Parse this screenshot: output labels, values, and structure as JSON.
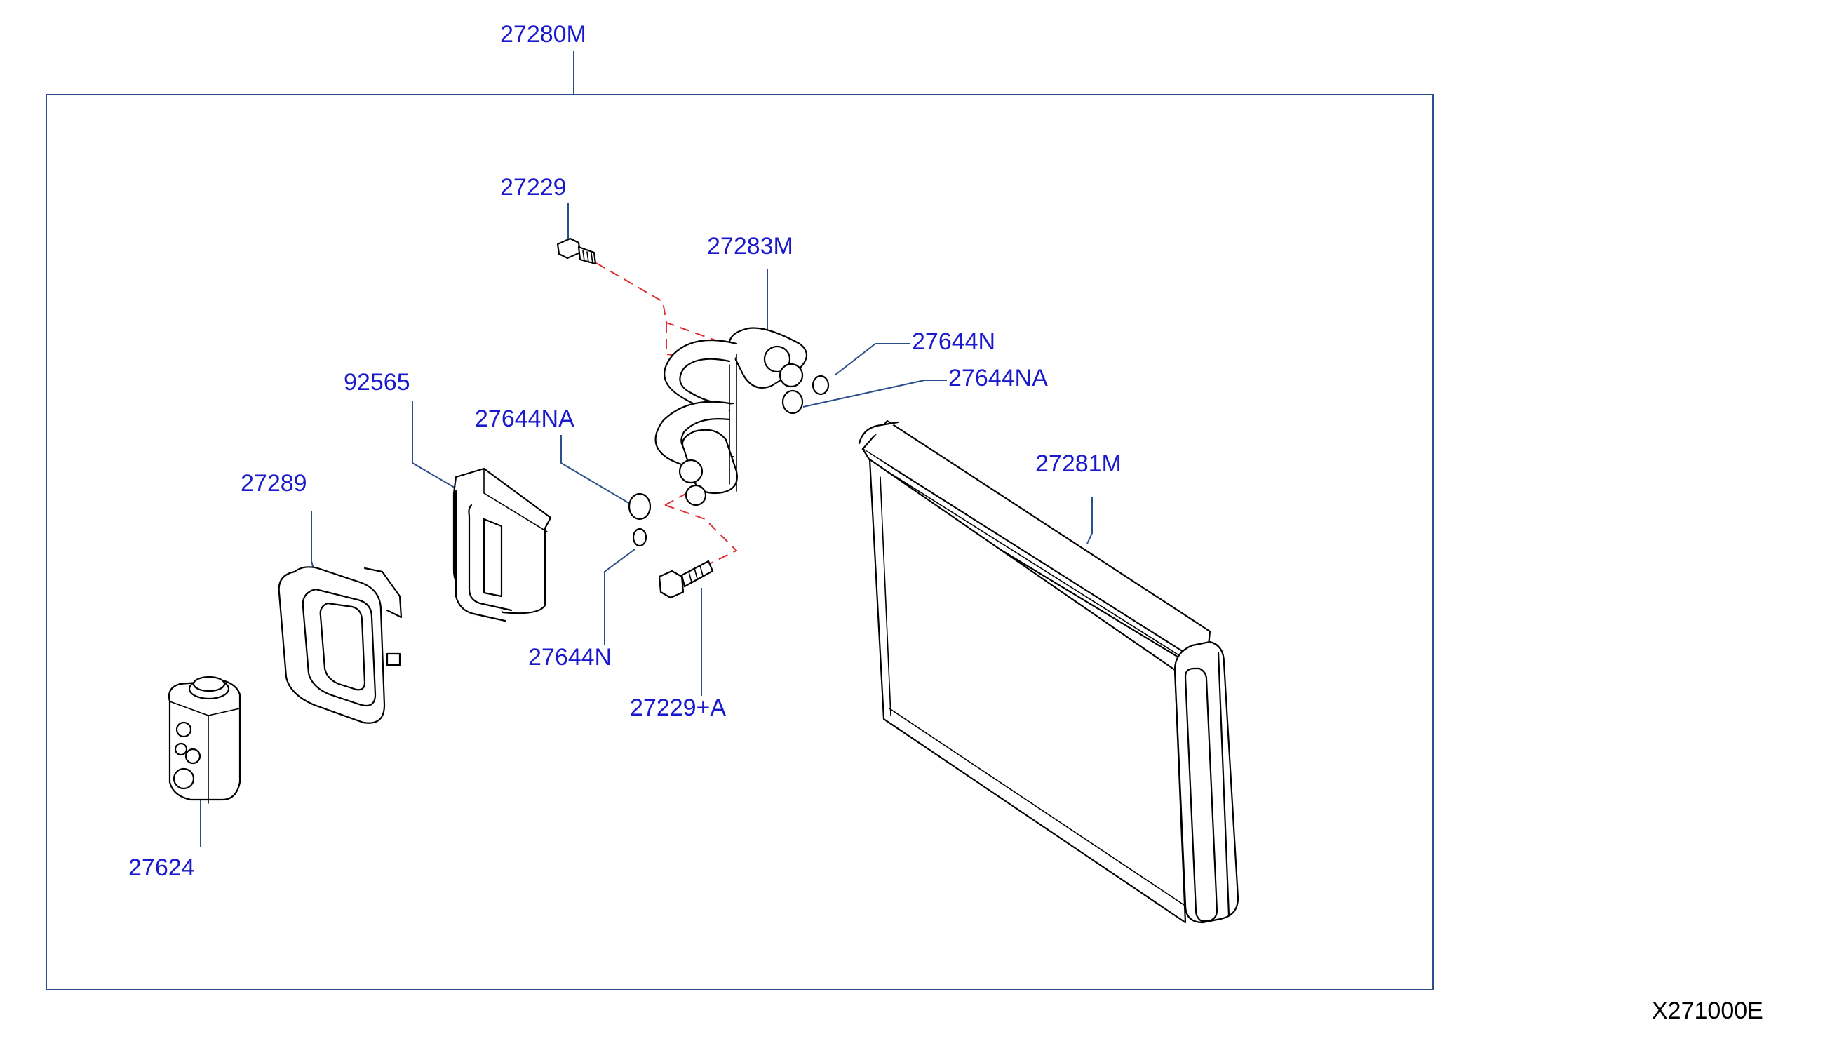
{
  "labels": {
    "assembly": "27280M",
    "bolt_top": "27229",
    "pipe": "27283M",
    "oring_top": "27644N",
    "oring_top_large": "27644NA",
    "seal_92565": "92565",
    "oring_left_large": "27644NA",
    "core": "27281M",
    "seal_27289": "27289",
    "oring_left_small": "27644N",
    "bolt_bottom": "27229+A",
    "valve": "27624"
  },
  "diagram_code": "X271000E",
  "colors": {
    "label": "#1a1acc",
    "leader": "#2b4f8a",
    "dashed_connector": "#e03030",
    "part_outline": "#000000"
  }
}
